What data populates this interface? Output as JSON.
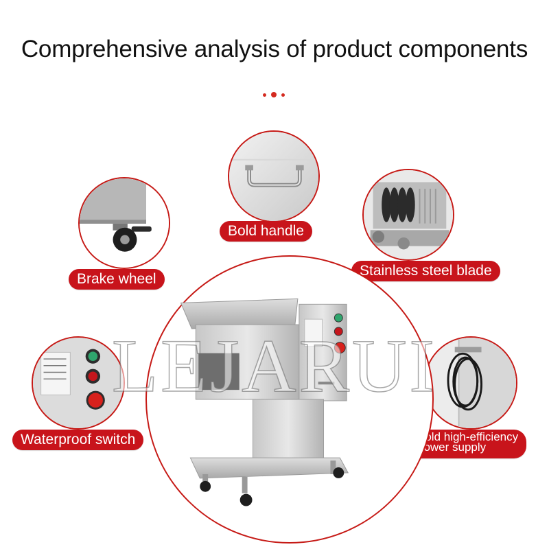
{
  "title": "Comprehensive analysis of product components",
  "accent_color": "#c8141b",
  "components": {
    "handle": {
      "label": "Bold handle",
      "icon": "handle-icon"
    },
    "blade": {
      "label": "Stainless steel blade",
      "icon": "blade-icon"
    },
    "brake_wheel": {
      "label": "Brake wheel",
      "icon": "wheel-icon"
    },
    "switch": {
      "label": "Waterproof switch",
      "icon": "switch-icon"
    },
    "power_supply": {
      "label_line1": "Bold high-efficiency",
      "label_line2": "power supply",
      "icon": "cable-icon"
    }
  },
  "watermark": "LEJARUI"
}
